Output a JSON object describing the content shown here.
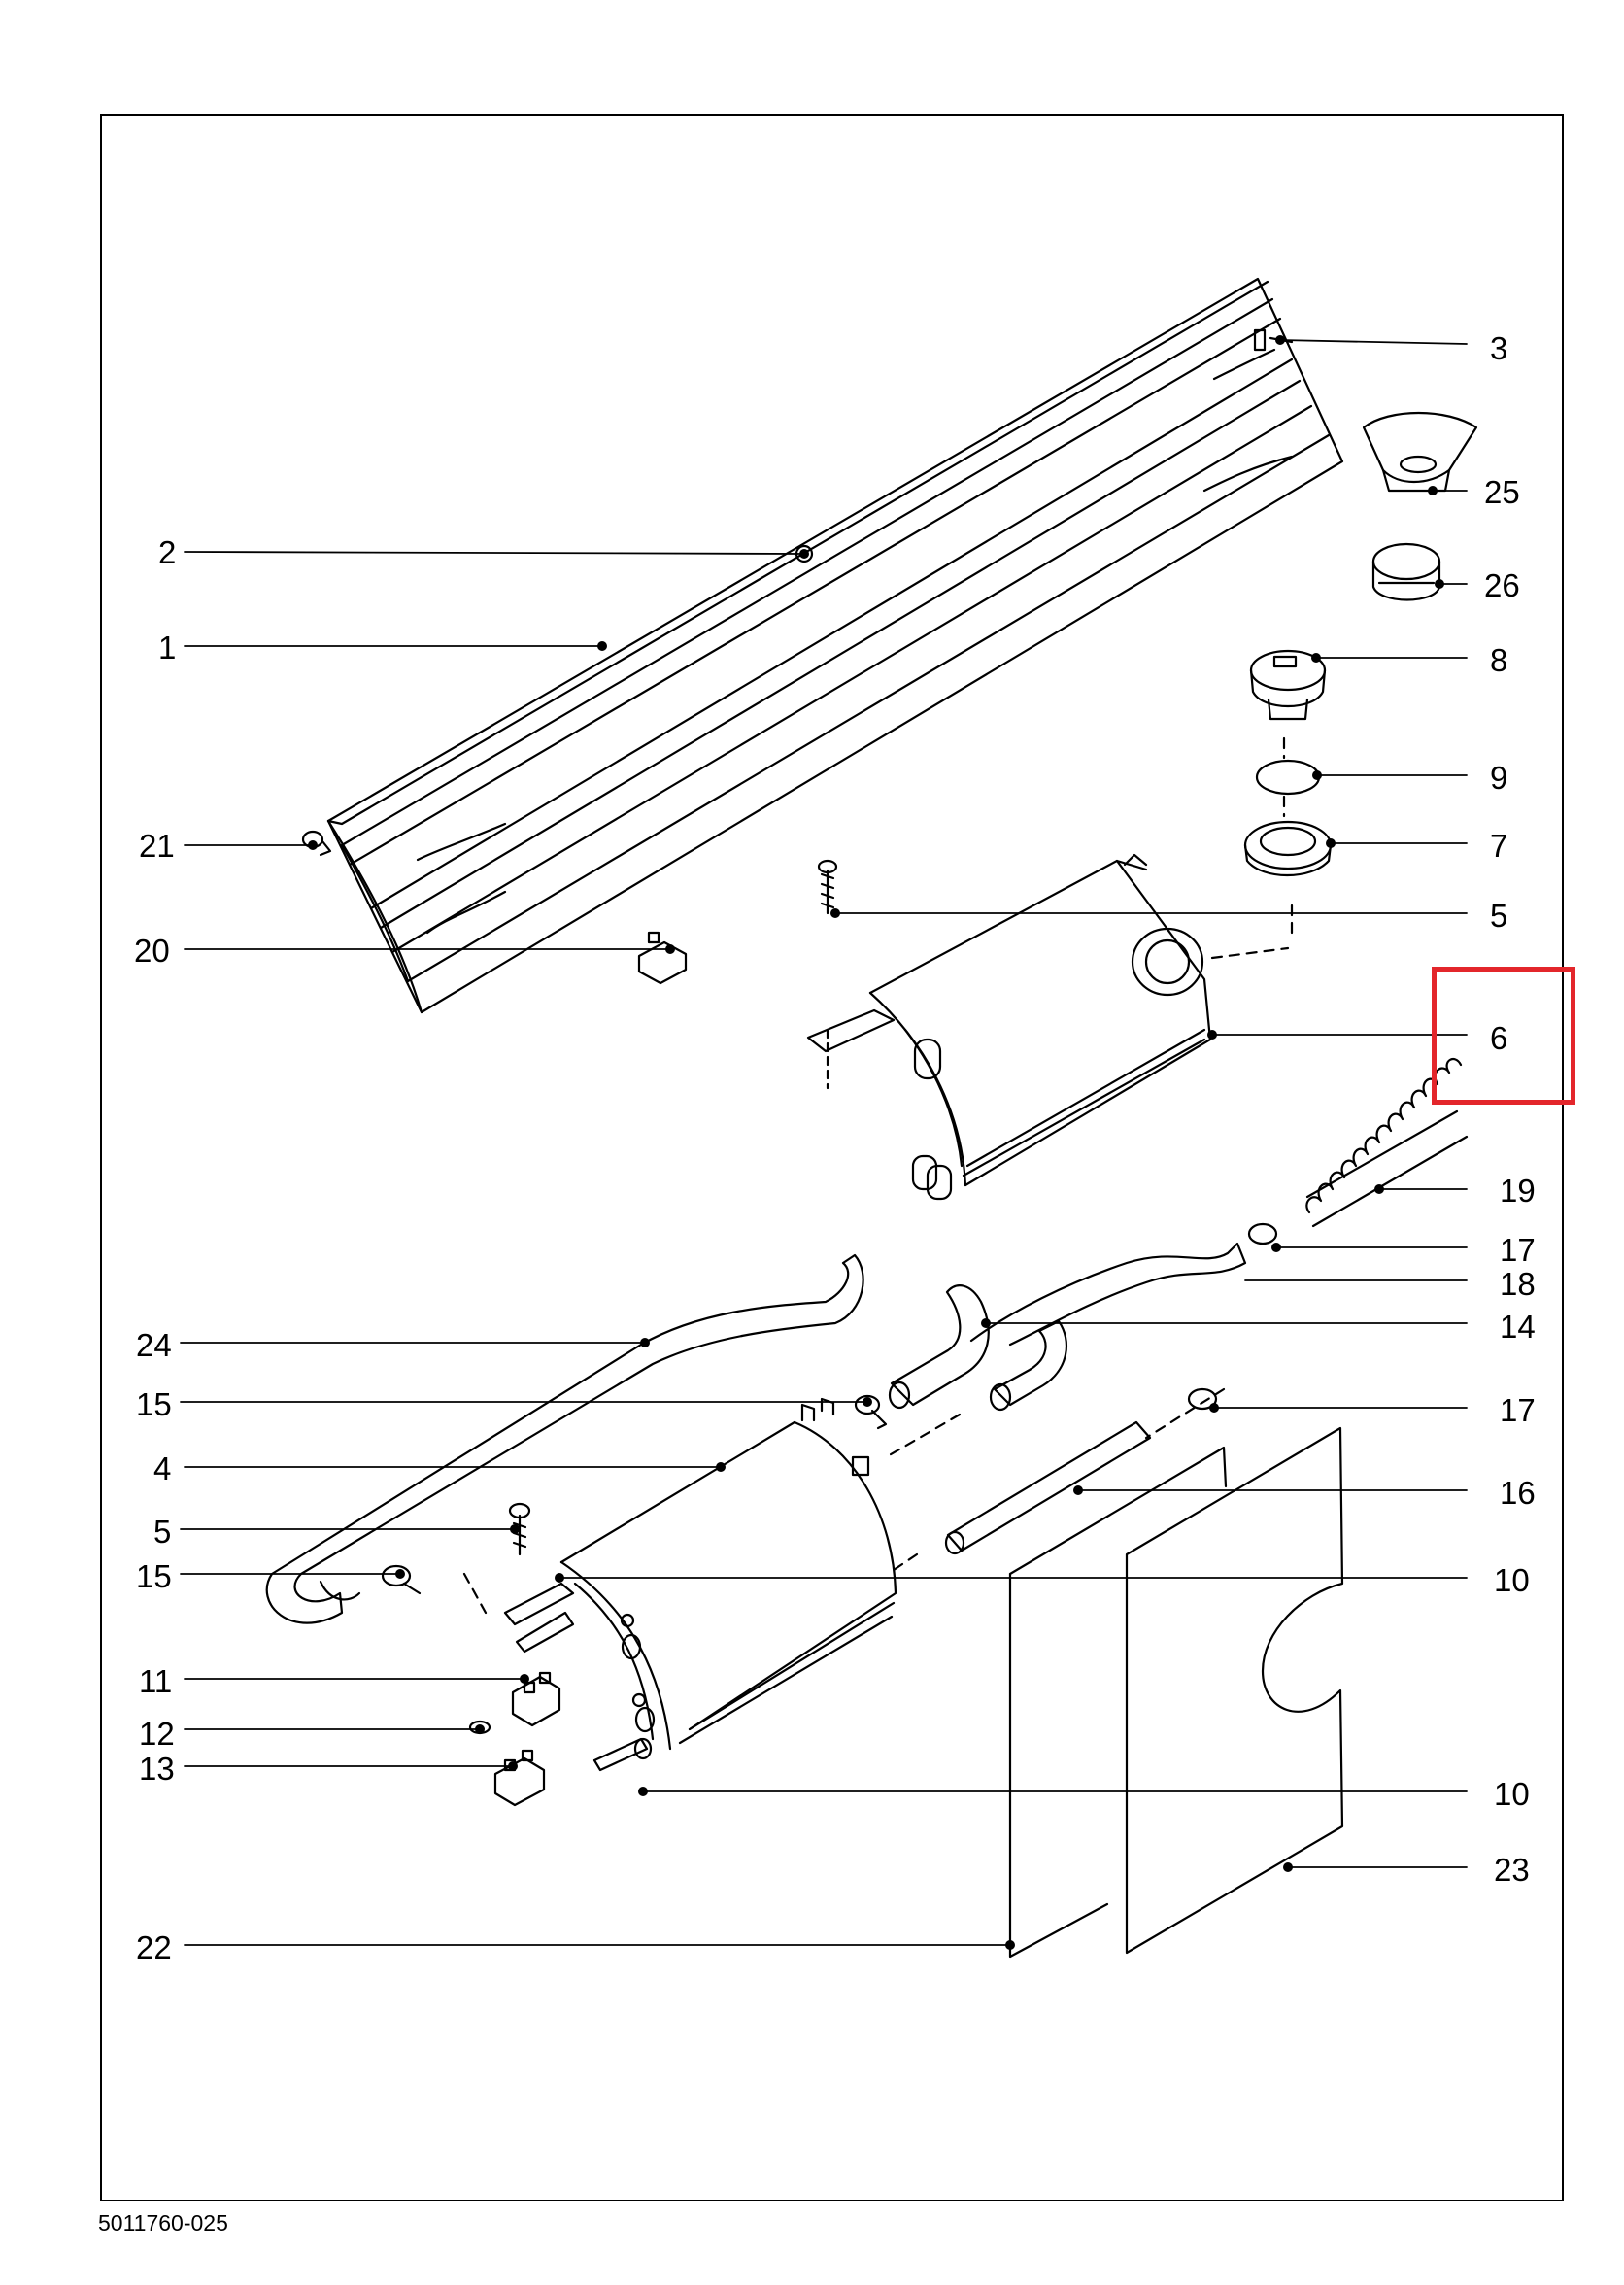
{
  "document_number": "5011760-025",
  "highlight": {
    "label": "6",
    "color": "#e3262b"
  },
  "callouts": {
    "c1": "1",
    "c2": "2",
    "c3": "3",
    "c4": "4",
    "c5a": "5",
    "c5b": "5",
    "c6": "6",
    "c7": "7",
    "c8": "8",
    "c9": "9",
    "c10a": "10",
    "c10b": "10",
    "c11": "11",
    "c12": "12",
    "c13": "13",
    "c14": "14",
    "c15a": "15",
    "c15b": "15",
    "c16": "16",
    "c17a": "17",
    "c17b": "17",
    "c18": "18",
    "c19": "19",
    "c20": "20",
    "c21": "21",
    "c22": "22",
    "c23": "23",
    "c24": "24",
    "c25": "25",
    "c26": "26"
  }
}
